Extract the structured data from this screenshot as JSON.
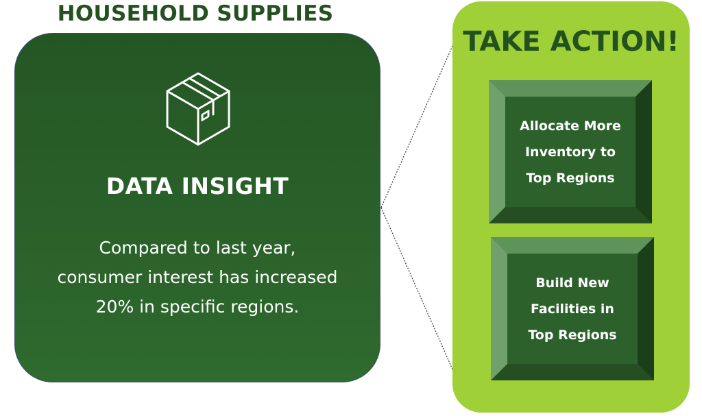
{
  "heading": "HOUSEHOLD SUPPLIES",
  "insight": {
    "icon": "box-icon",
    "title": "DATA INSIGHT",
    "lines": [
      "Compared to last year,",
      "consumer interest has increased",
      "20% in specific regions."
    ]
  },
  "action": {
    "heading": "TAKE ACTION!",
    "buttons": [
      {
        "lines": [
          "Allocate More",
          "Inventory to",
          "Top Regions"
        ]
      },
      {
        "lines": [
          "Build New",
          "Facilities in",
          "Top Regions"
        ]
      }
    ]
  },
  "colors": {
    "dark_green": "#23511f",
    "card_green": "#2a5f29",
    "lime": "#9fd038",
    "white": "#ffffff"
  }
}
